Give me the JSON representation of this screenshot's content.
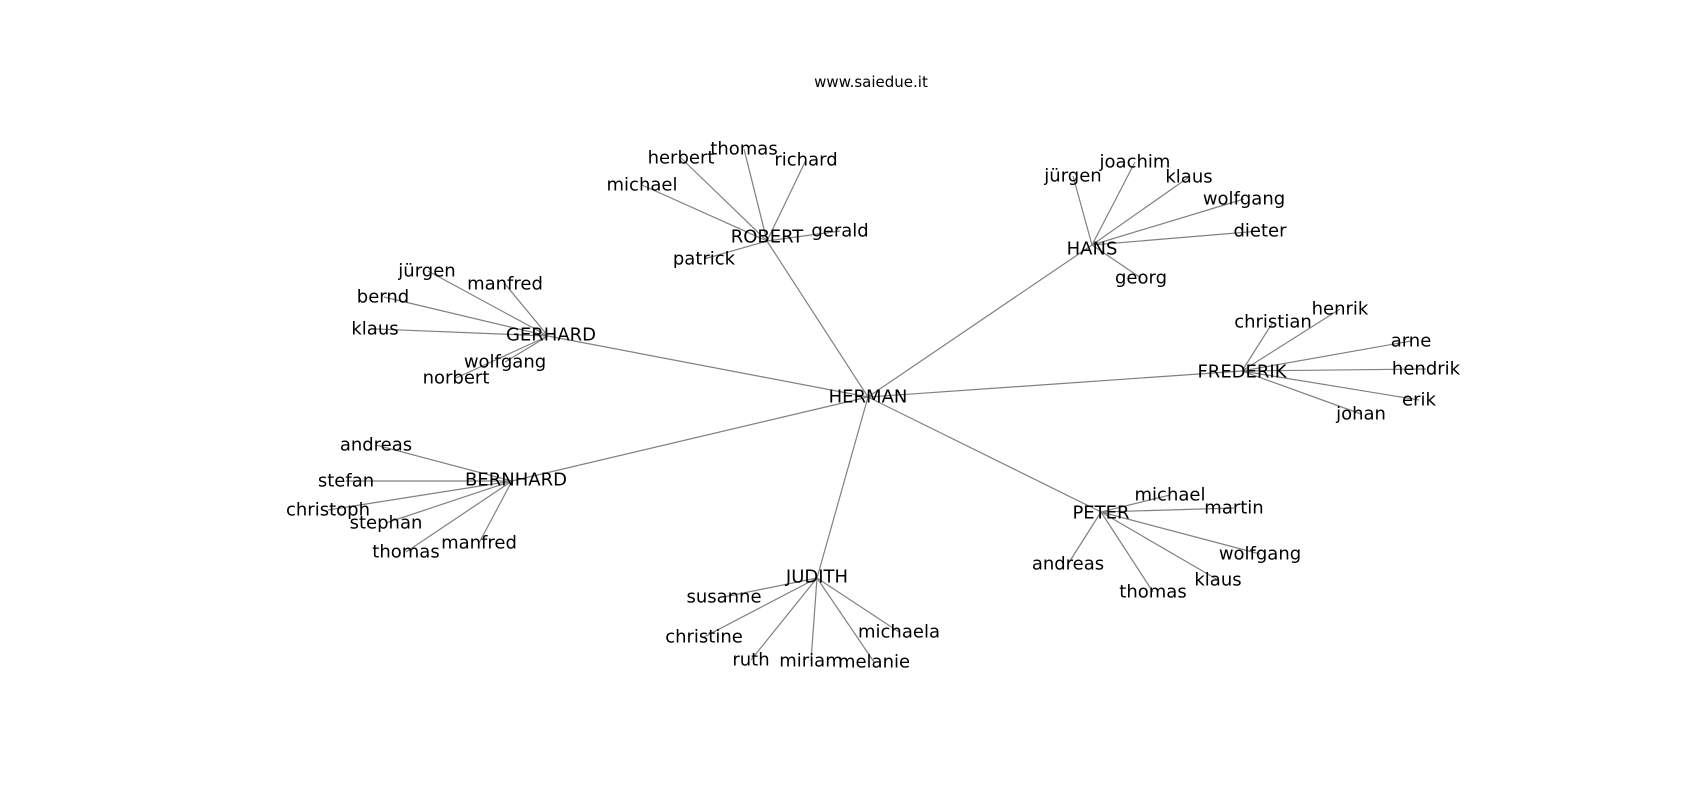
{
  "title": "www.saiedue.it",
  "root": "HERMAN",
  "groups": [
    {
      "name": "ROBERT",
      "children": [
        "herbert",
        "thomas",
        "richard",
        "michael",
        "gerald",
        "patrick"
      ]
    },
    {
      "name": "HANS",
      "children": [
        "jürgen",
        "joachim",
        "klaus",
        "wolfgang",
        "dieter",
        "georg"
      ]
    },
    {
      "name": "GERHARD",
      "children": [
        "jürgen",
        "manfred",
        "bernd",
        "klaus",
        "wolfgang",
        "norbert"
      ]
    },
    {
      "name": "FREDERIK",
      "children": [
        "christian",
        "henrik",
        "arne",
        "hendrik",
        "erik",
        "johan"
      ]
    },
    {
      "name": "BERNHARD",
      "children": [
        "andreas",
        "stefan",
        "christoph",
        "stephan",
        "thomas",
        "manfred"
      ]
    },
    {
      "name": "PETER",
      "children": [
        "michael",
        "martin",
        "wolfgang",
        "klaus",
        "thomas",
        "andreas"
      ]
    },
    {
      "name": "JUDITH",
      "children": [
        "susanne",
        "christine",
        "ruth",
        "miriam",
        "melanie",
        "michaela"
      ]
    }
  ]
}
